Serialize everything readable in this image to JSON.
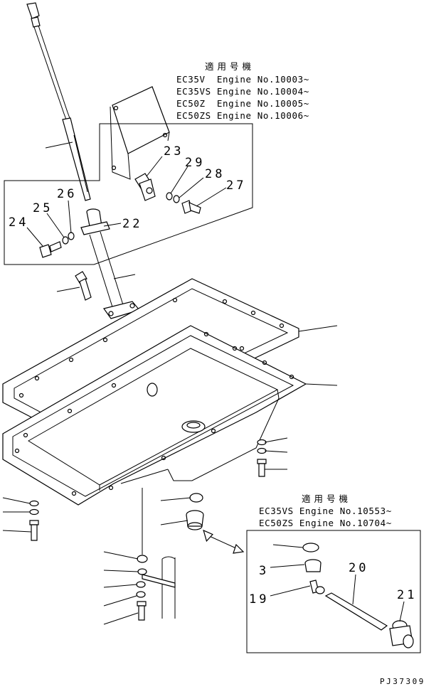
{
  "notes": {
    "top": {
      "header": "適用号機",
      "lines": [
        "EC35V  Engine No.10003~",
        "EC35VS Engine No.10004~",
        "EC50Z  Engine No.10005~",
        "EC50ZS Engine No.10006~"
      ]
    },
    "bottom": {
      "header": "適用号機",
      "lines": [
        "EC35VS Engine No.10553~",
        "EC50ZS Engine No.10704~"
      ]
    }
  },
  "callouts": {
    "c23": "23",
    "c29": "29",
    "c28": "28",
    "c27": "27",
    "c26": "26",
    "c25": "25",
    "c24": "24",
    "c22": "22",
    "c3": "3",
    "c20": "20",
    "c19": "19",
    "c21": "21"
  },
  "drawing_code": "PJ37309"
}
